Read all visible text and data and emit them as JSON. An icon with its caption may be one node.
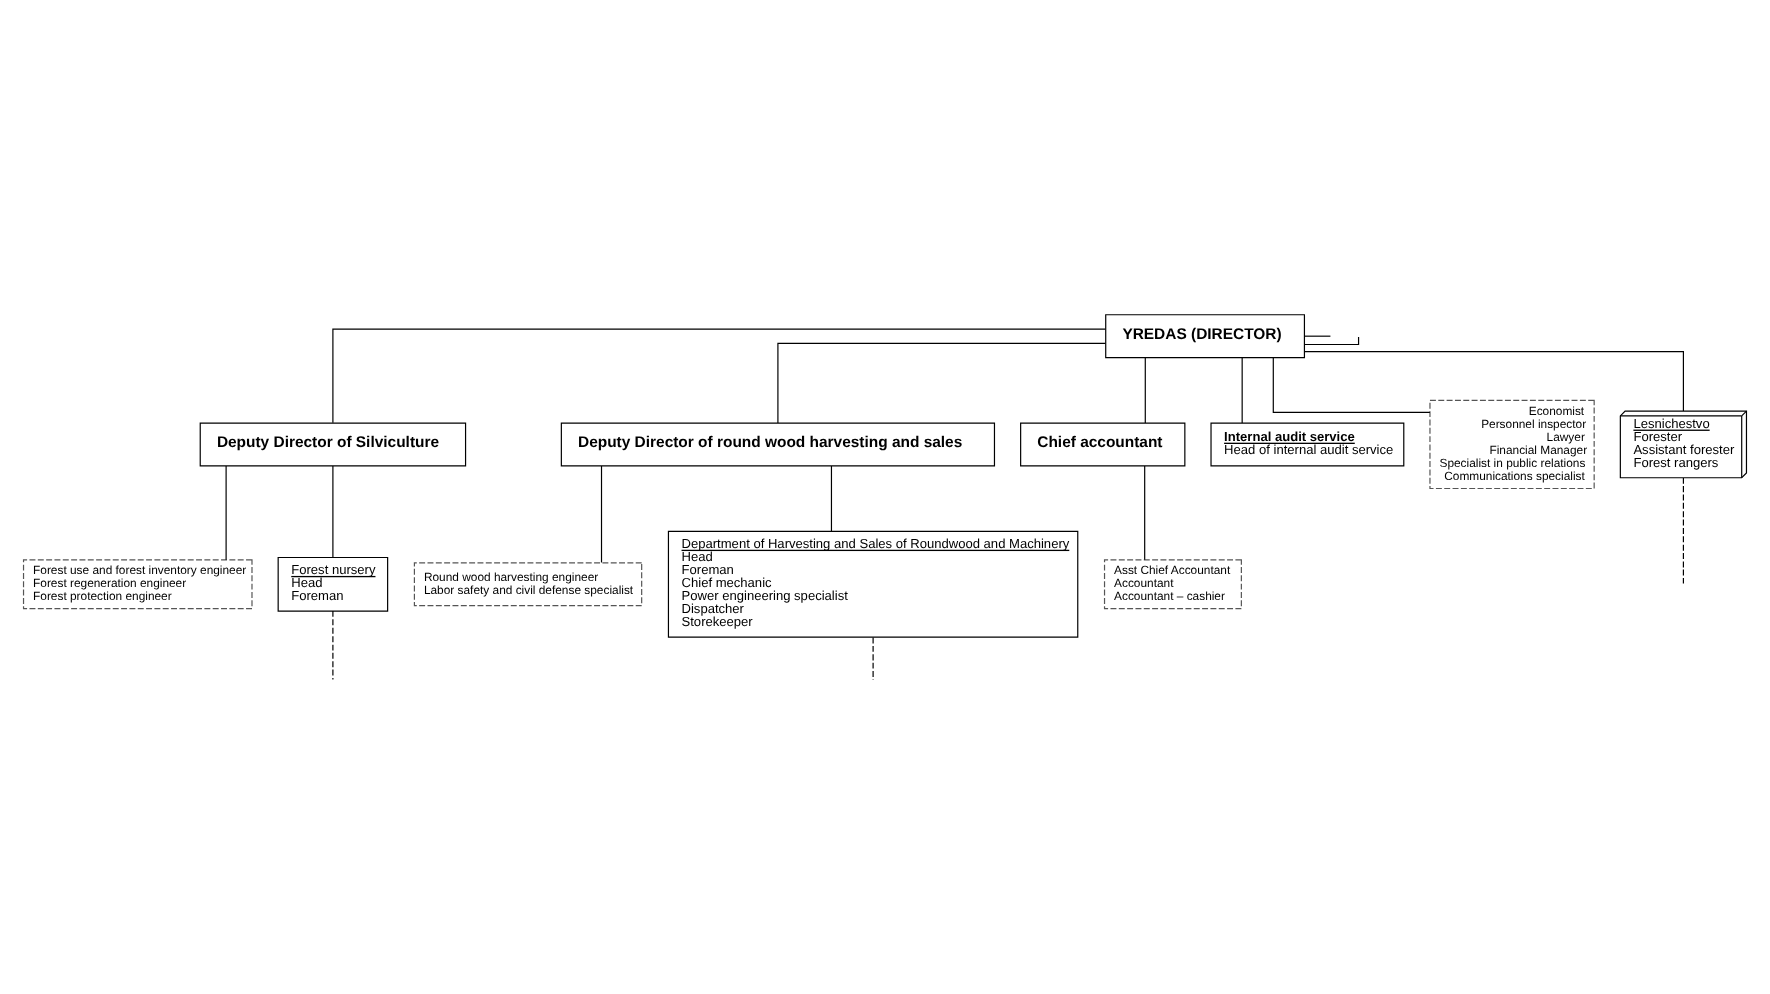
{
  "diagram": {
    "nodes": [
      {
        "text": [
          "YREDAS (DIRECTOR)"
        ]
      },
      {
        "text": [
          "Deputy Director of Silviculture"
        ]
      },
      {
        "text": [
          "Deputy Director of round wood harvesting and sales"
        ]
      },
      {
        "text": [
          "Chief accountant"
        ]
      },
      {
        "text": [
          "Internal audit service",
          "Head of internal audit service"
        ]
      },
      {
        "text": [
          "Forest use and forest inventory engineer",
          "Forest regeneration engineer",
          "Forest protection engineer"
        ]
      },
      {
        "text": [
          "Round wood harvesting engineer",
          "Labor safety and civil defense specialist"
        ]
      },
      {
        "text": [
          "Economist",
          "Personnel inspector",
          "Lawyer",
          "Financial Manager",
          "Specialist in public relations",
          "Communications specialist"
        ]
      },
      {
        "text": [
          "Asst Chief Accountant",
          "Accountant",
          "Accountant – cashier"
        ]
      },
      {
        "text": [
          "Forest nursery",
          "Head",
          "Foreman"
        ]
      },
      {
        "text": [
          "Department of Harvesting and Sales of Roundwood and Machinery",
          "Head",
          "Foreman",
          "Chief mechanic",
          "Power engineering specialist",
          "Dispatcher",
          "Storekeeper"
        ]
      },
      {
        "text": [
          "Lesnichestvo",
          "Forester",
          "Assistant forester",
          "Forest rangers"
        ]
      }
    ],
    "edges": [
      {
        "from": 0,
        "to": null,
        "arrow": "none"
      },
      {
        "from": 0,
        "to": null,
        "arrow": "none"
      },
      {
        "from": 0,
        "to": 1,
        "arrow": "none"
      },
      {
        "from": 0,
        "to": 2,
        "arrow": "none"
      },
      {
        "from": 0,
        "to": 3,
        "arrow": "none"
      },
      {
        "from": 0,
        "to": 4,
        "arrow": "none"
      },
      {
        "from": 0,
        "to": 7,
        "arrow": "none"
      },
      {
        "from": 0,
        "to": 11,
        "arrow": "none"
      },
      {
        "from": 1,
        "to": 5,
        "arrow": "none"
      },
      {
        "from": 1,
        "to": 9,
        "arrow": "none"
      },
      {
        "from": 2,
        "to": 6,
        "arrow": "none"
      },
      {
        "from": 2,
        "to": 10,
        "arrow": "none"
      },
      {
        "from": 3,
        "to": 8,
        "arrow": "none"
      },
      {
        "from": 9,
        "to": null,
        "arrow": "none",
        "style": "dashed"
      },
      {
        "from": 10,
        "to": null,
        "arrow": "none",
        "style": "dashed"
      },
      {
        "from": 11,
        "to": null,
        "arrow": "none",
        "style": "dashed"
      }
    ]
  }
}
